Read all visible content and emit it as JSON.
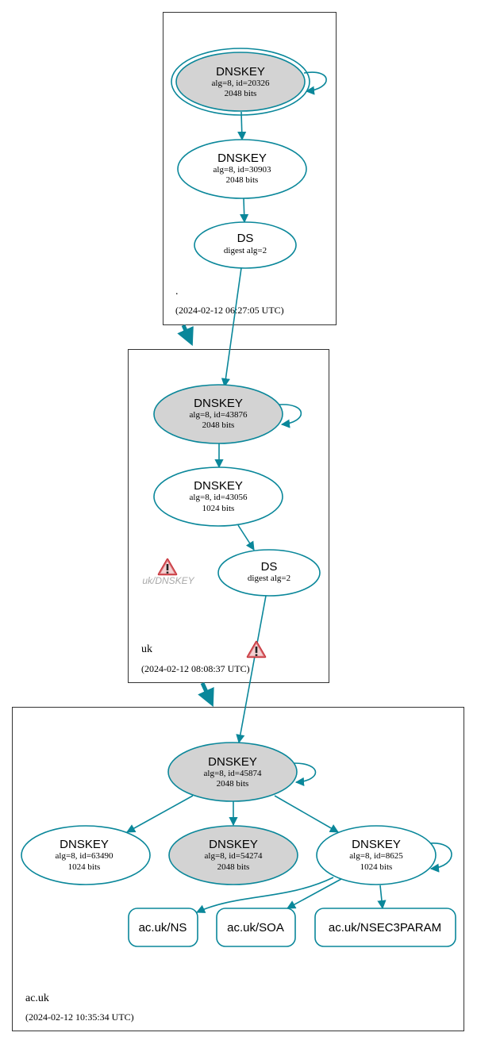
{
  "colors": {
    "edge": "#0a879a",
    "ksk_fill": "#d3d3d3",
    "zsk_fill": "#ffffff",
    "zone_border": "#333333",
    "warning": "#c8343b"
  },
  "zones": [
    {
      "id": "root",
      "name": ".",
      "timestamp": "(2024-02-12 06:27:05 UTC)"
    },
    {
      "id": "uk",
      "name": "uk",
      "timestamp": "(2024-02-12 08:08:37 UTC)"
    },
    {
      "id": "acuk",
      "name": "ac.uk",
      "timestamp": "(2024-02-12 10:35:34 UTC)"
    }
  ],
  "nodes": {
    "root_ksk": {
      "kind": "DNSKEY",
      "detail": "alg=8, id=20326",
      "bits": "2048 bits",
      "ksk": true,
      "double": true
    },
    "root_zsk": {
      "kind": "DNSKEY",
      "detail": "alg=8, id=30903",
      "bits": "2048 bits",
      "ksk": false
    },
    "root_ds": {
      "kind": "DS",
      "detail": "digest alg=2"
    },
    "uk_ksk": {
      "kind": "DNSKEY",
      "detail": "alg=8, id=43876",
      "bits": "2048 bits",
      "ksk": true
    },
    "uk_zsk": {
      "kind": "DNSKEY",
      "detail": "alg=8, id=43056",
      "bits": "1024 bits",
      "ksk": false
    },
    "uk_ds": {
      "kind": "DS",
      "detail": "digest alg=2"
    },
    "ac_ksk": {
      "kind": "DNSKEY",
      "detail": "alg=8, id=45874",
      "bits": "2048 bits",
      "ksk": true
    },
    "ac_k1": {
      "kind": "DNSKEY",
      "detail": "alg=8, id=63490",
      "bits": "1024 bits",
      "ksk": false
    },
    "ac_k2": {
      "kind": "DNSKEY",
      "detail": "alg=8, id=54274",
      "bits": "2048 bits",
      "ksk": true
    },
    "ac_zsk": {
      "kind": "DNSKEY",
      "detail": "alg=8, id=8625",
      "bits": "1024 bits",
      "ksk": false
    }
  },
  "rrsets": [
    {
      "label": "ac.uk/NS"
    },
    {
      "label": "ac.uk/SOA"
    },
    {
      "label": "ac.uk/NSEC3PARAM"
    }
  ],
  "warnings": {
    "uk_dnskey_label": "uk/DNSKEY"
  }
}
